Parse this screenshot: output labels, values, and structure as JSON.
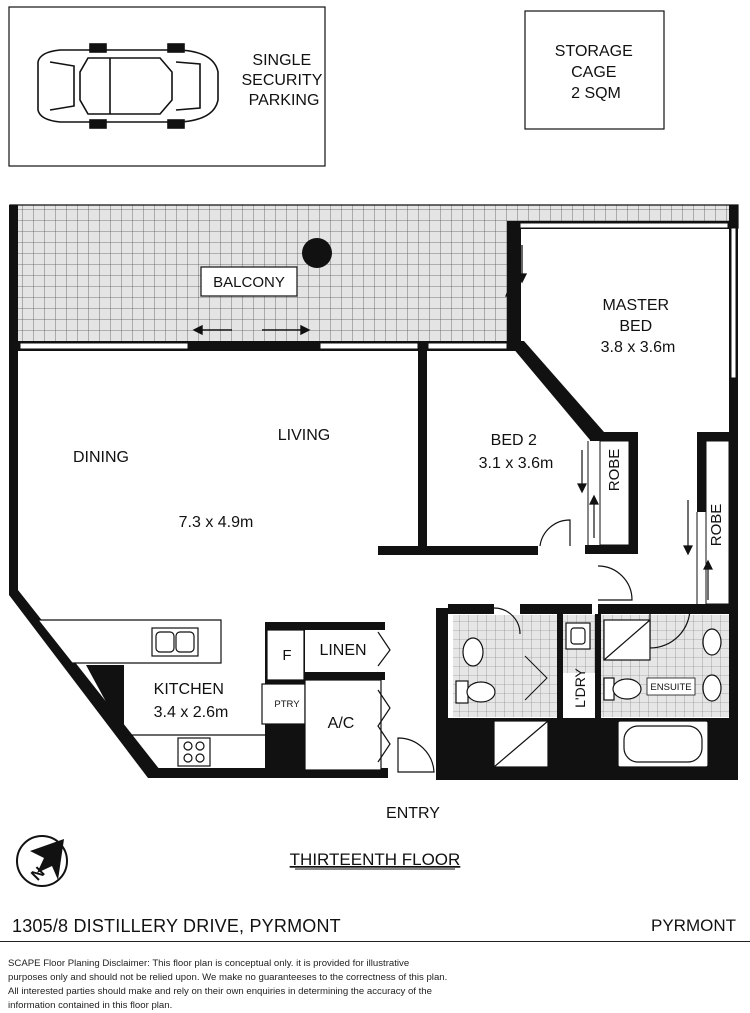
{
  "parking": {
    "label": [
      "SINGLE",
      "SECURITY",
      "PARKING"
    ]
  },
  "storage": {
    "label": [
      "STORAGE",
      "CAGE",
      "2 SQM"
    ]
  },
  "rooms": {
    "balcony": "BALCONY",
    "master_bed": {
      "name": [
        "MASTER",
        "BED"
      ],
      "size": "3.8 x 3.6m"
    },
    "living": "LIVING",
    "dining": "DINING",
    "living_size": "7.3 x 4.9m",
    "bed2": {
      "name": "BED 2",
      "size": "3.1 x 3.6m"
    },
    "robe": "ROBE",
    "linen": "LINEN",
    "f": "F",
    "ptry": "PTRY",
    "ac": "A/C",
    "kitchen": {
      "name": "KITCHEN",
      "size": "3.4 x 2.6m"
    },
    "laundry": "L'DRY",
    "ensuite": "ENSUITE",
    "entry": "ENTRY"
  },
  "floor": "THIRTEENTH FLOOR",
  "compass": "N",
  "footer": {
    "address": "1305/8 DISTILLERY DRIVE, PYRMONT",
    "suburb": "PYRMONT",
    "disclaimer": "SCAPE Floor Planing Disclaimer: This floor plan is conceptual only. it is provided for illustrative purposes only and should not be relied upon. We make no guaranteeses to the correctness of this plan. All interested parties should make and rely on their own enquiries in determining the accuracy of the information contained in this floor plan."
  }
}
